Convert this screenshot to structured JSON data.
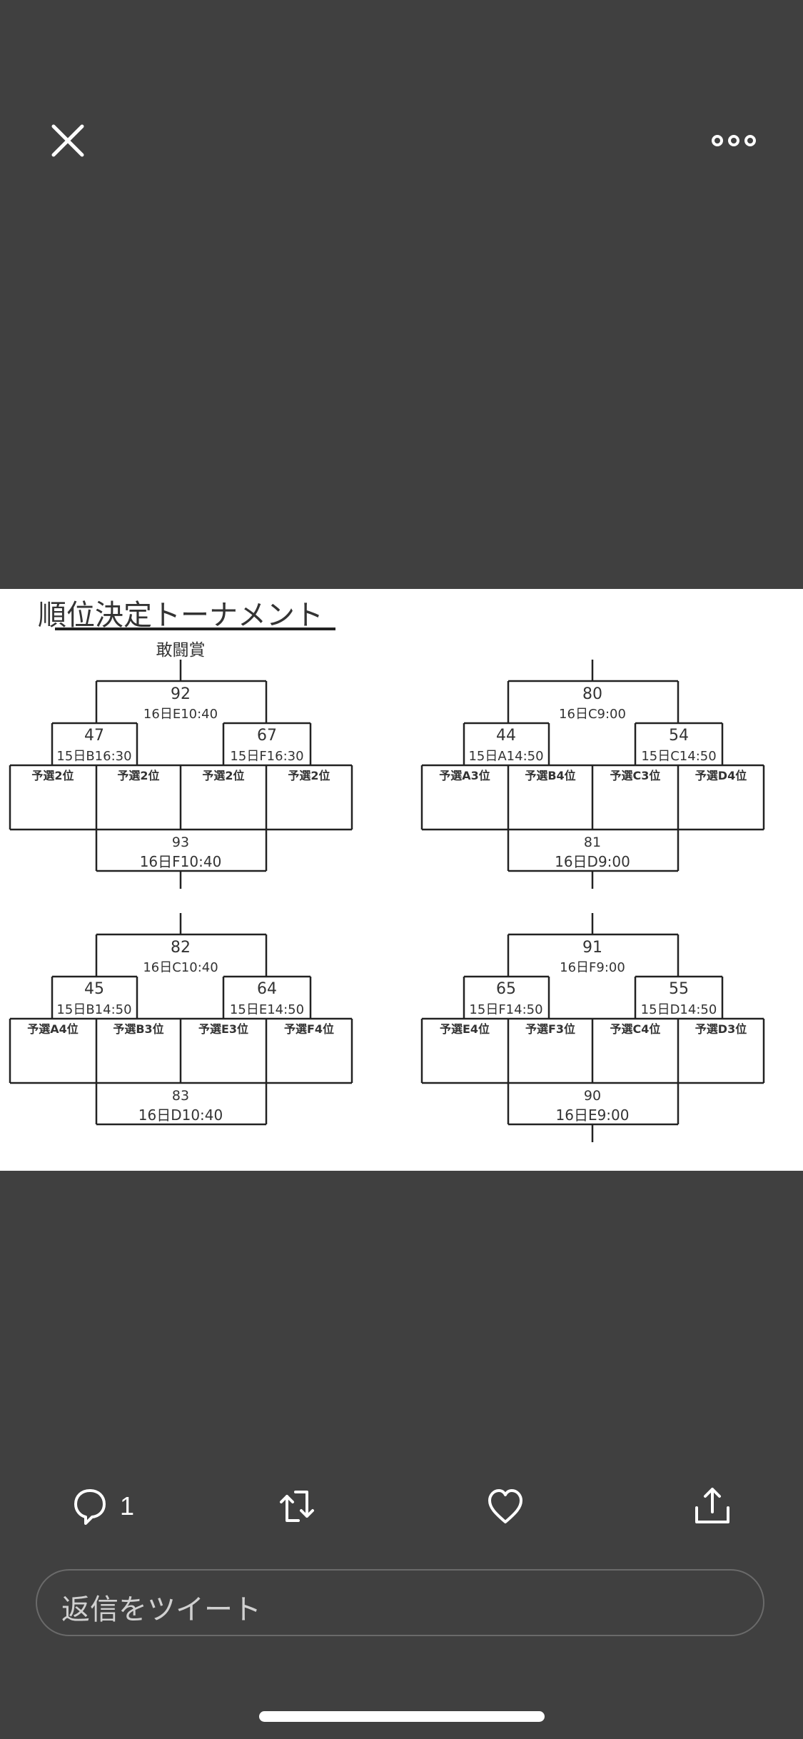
{
  "topbar": {
    "close_icon": "close-icon",
    "more_icon": "more-options-icon"
  },
  "image": {
    "title": "順位決定トーナメント",
    "award": "敢闘賞",
    "blocks": [
      {
        "final": {
          "no": "92",
          "time": "16日E10:40"
        },
        "semis": [
          {
            "no": "47",
            "time": "15日B16:30"
          },
          {
            "no": "67",
            "time": "15日F16:30"
          }
        ],
        "slots": [
          "予選2位",
          "予選2位",
          "予選2位",
          "予選2位"
        ],
        "consolation": {
          "no": "93",
          "time": "16日F10:40"
        }
      },
      {
        "final": {
          "no": "80",
          "time": "16日C9:00"
        },
        "semis": [
          {
            "no": "44",
            "time": "15日A14:50"
          },
          {
            "no": "54",
            "time": "15日C14:50"
          }
        ],
        "slots": [
          "予選A3位",
          "予選B4位",
          "予選C3位",
          "予選D4位"
        ],
        "consolation": {
          "no": "81",
          "time": "16日D9:00"
        }
      },
      {
        "final": {
          "no": "82",
          "time": "16日C10:40"
        },
        "semis": [
          {
            "no": "45",
            "time": "15日B14:50"
          },
          {
            "no": "64",
            "time": "15日E14:50"
          }
        ],
        "slots": [
          "予選A4位",
          "予選B3位",
          "予選E3位",
          "予選F4位"
        ],
        "consolation": {
          "no": "83",
          "time": "16日D10:40"
        }
      },
      {
        "final": {
          "no": "91",
          "time": "16日F9:00"
        },
        "semis": [
          {
            "no": "65",
            "time": "15日F14:50"
          },
          {
            "no": "55",
            "time": "15日D14:50"
          }
        ],
        "slots": [
          "予選E4位",
          "予選F3位",
          "予選C4位",
          "予選D3位"
        ],
        "consolation": {
          "no": "90",
          "time": "16日E9:00"
        }
      }
    ]
  },
  "actions": {
    "reply_count": "1",
    "icons": [
      "comment-icon",
      "retweet-icon",
      "like-icon",
      "share-icon"
    ]
  },
  "reply": {
    "placeholder": "返信をツイート"
  },
  "colors": {
    "background": "#404040",
    "photo": "#ffffff",
    "icon": "#ffffff"
  }
}
